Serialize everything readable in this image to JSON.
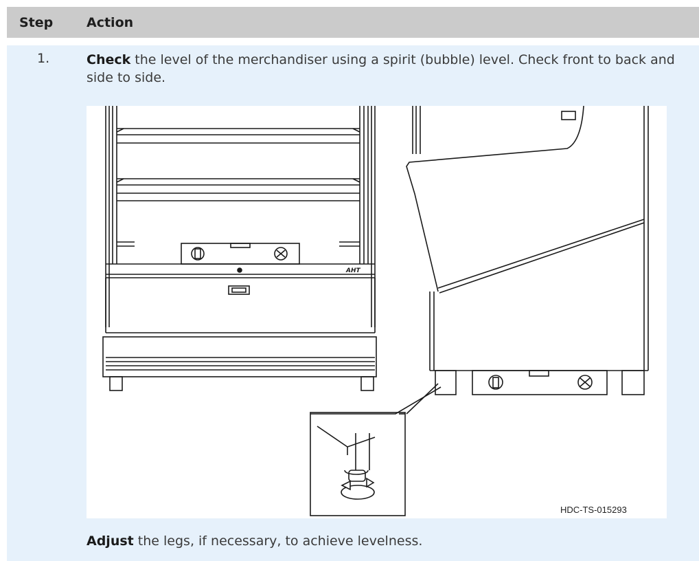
{
  "table": {
    "header": {
      "step": "Step",
      "action": "Action"
    },
    "rows": [
      {
        "step": "1.",
        "instruction_bold": "Check",
        "instruction_rest": " the level of the merchandiser using a spirit (bubble) level. Check front to back and side to side.",
        "figure_code": "HDC-TS-015293",
        "brand_logo_text": "AHT",
        "followup_bold": "Adjust",
        "followup_rest": " the legs, if necessary, to achieve levelness."
      }
    ]
  }
}
